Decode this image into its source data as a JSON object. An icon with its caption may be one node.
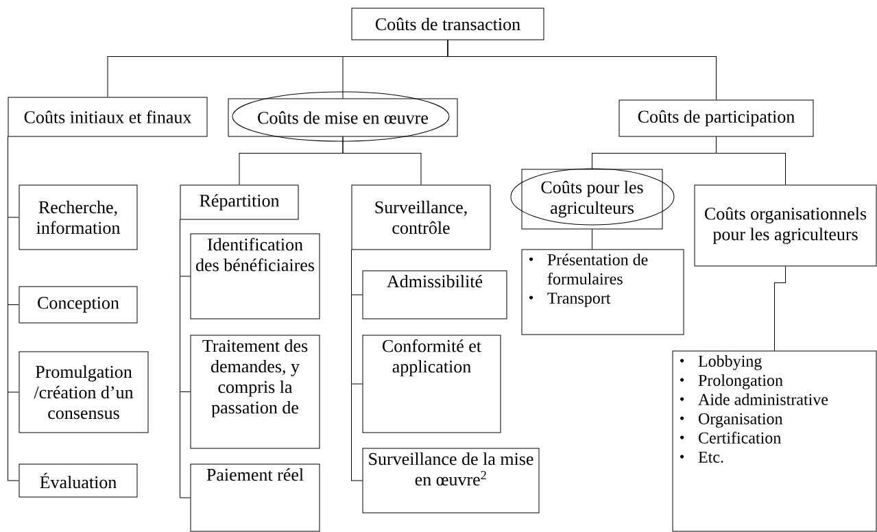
{
  "diagram": {
    "nodes": [
      {
        "text": [
          "Coûts de transaction"
        ]
      },
      {
        "text": [
          "Coûts initiaux et finaux"
        ]
      },
      {
        "text": [
          "Coûts de mise en œuvre"
        ]
      },
      {
        "text": [
          "Coûts de participation"
        ]
      },
      {
        "text": [
          "Recherche, information"
        ]
      },
      {
        "text": [
          "Conception"
        ]
      },
      {
        "text": [
          "Promulgation /création d’un consensus"
        ]
      },
      {
        "text": [
          "Évaluation"
        ]
      },
      {
        "text": [
          "Répartition"
        ]
      },
      {
        "text": [
          "Identification des bénéficiaires"
        ]
      },
      {
        "text": [
          "Traitement des demandes, y compris la passation de"
        ]
      },
      {
        "text": [
          "Paiement réel"
        ]
      },
      {
        "text": [
          "Surveillance, contrôle"
        ]
      },
      {
        "text": [
          "Admissibilité"
        ]
      },
      {
        "text": [
          "Conformité et application"
        ]
      },
      {
        "text": [
          "Surveillance de la mise en œuvre$^{2}$"
        ]
      },
      {
        "text": [
          "Coûts pour les agriculteurs"
        ]
      },
      {
        "text": [
          "Coûts organisationnels pour les agriculteurs"
        ]
      },
      {
        "text": [
          "Présentation de formulaires",
          "Transport"
        ]
      },
      {
        "text": [
          "Lobbying",
          "Prolongation",
          "Aide administrative",
          "Organisation",
          "Certification",
          "Etc."
        ]
      }
    ],
    "edges": [
      {
        "from": 0,
        "to": 1,
        "arrow": "none"
      },
      {
        "from": 0,
        "to": 2,
        "arrow": "none"
      },
      {
        "from": 0,
        "to": 3,
        "arrow": "none"
      },
      {
        "from": 1,
        "to": 4,
        "arrow": "none"
      },
      {
        "from": 1,
        "to": 5,
        "arrow": "none"
      },
      {
        "from": 1,
        "to": 6,
        "arrow": "none"
      },
      {
        "from": 1,
        "to": 7,
        "arrow": "none"
      },
      {
        "from": 2,
        "to": 8,
        "arrow": "none"
      },
      {
        "from": 2,
        "to": 12,
        "arrow": "none"
      },
      {
        "from": 8,
        "to": 9,
        "arrow": "none"
      },
      {
        "from": 8,
        "to": 10,
        "arrow": "none"
      },
      {
        "from": 8,
        "to": 11,
        "arrow": "none"
      },
      {
        "from": 12,
        "to": 13,
        "arrow": "none"
      },
      {
        "from": 12,
        "to": 14,
        "arrow": "none"
      },
      {
        "from": 12,
        "to": 15,
        "arrow": "none"
      },
      {
        "from": 3,
        "to": 16,
        "arrow": "none"
      },
      {
        "from": 3,
        "to": 17,
        "arrow": "none"
      },
      {
        "from": 16,
        "to": 18,
        "arrow": "none"
      },
      {
        "from": 17,
        "to": 19,
        "arrow": "none"
      }
    ]
  }
}
